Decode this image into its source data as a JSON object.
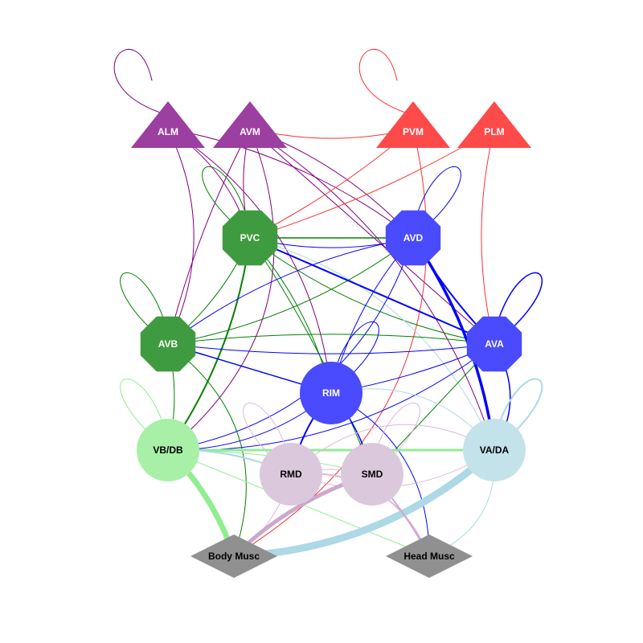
{
  "nodes": [
    {
      "id": "ALM",
      "label": "ALM",
      "shape": "triangle",
      "color": "#9b3fa0",
      "text_color": "#ffffff"
    },
    {
      "id": "AVM",
      "label": "AVM",
      "shape": "triangle",
      "color": "#9b3fa0",
      "text_color": "#ffffff"
    },
    {
      "id": "PVM",
      "label": "PVM",
      "shape": "triangle",
      "color": "#ff4a4a",
      "text_color": "#ffffff"
    },
    {
      "id": "PLM",
      "label": "PLM",
      "shape": "triangle",
      "color": "#ff4a4a",
      "text_color": "#ffffff"
    },
    {
      "id": "PVC",
      "label": "PVC",
      "shape": "octagon",
      "color": "#3f9b3f",
      "text_color": "#ffffff"
    },
    {
      "id": "AVD",
      "label": "AVD",
      "shape": "octagon",
      "color": "#4a4aff",
      "text_color": "#ffffff"
    },
    {
      "id": "AVB",
      "label": "AVB",
      "shape": "octagon",
      "color": "#3f9b3f",
      "text_color": "#ffffff"
    },
    {
      "id": "AVA",
      "label": "AVA",
      "shape": "octagon",
      "color": "#4a4aff",
      "text_color": "#ffffff"
    },
    {
      "id": "RIM",
      "label": "RIM",
      "shape": "circle",
      "color": "#4a4aff",
      "text_color": "#ffffff"
    },
    {
      "id": "VBDB",
      "label": "VB/DB",
      "shape": "circle",
      "color": "#a8f0a8",
      "text_color": "#000000"
    },
    {
      "id": "RMD",
      "label": "RMD",
      "shape": "circle",
      "color": "#dcc8dc",
      "text_color": "#000000"
    },
    {
      "id": "SMD",
      "label": "SMD",
      "shape": "circle",
      "color": "#dcc8dc",
      "text_color": "#000000"
    },
    {
      "id": "VADA",
      "label": "VA/DA",
      "shape": "circle",
      "color": "#c4e2ea",
      "text_color": "#000000"
    },
    {
      "id": "BODY",
      "label": "Body Musc",
      "shape": "diamond",
      "color": "#909090",
      "text_color": "#000000"
    },
    {
      "id": "HEAD",
      "label": "Head Musc",
      "shape": "diamond",
      "color": "#909090",
      "text_color": "#000000"
    }
  ],
  "edges": [
    {
      "from": "ALM",
      "to": "ALM",
      "color": "#800080",
      "weight": 1
    },
    {
      "from": "ALM",
      "to": "AVD",
      "color": "#800080",
      "weight": 1
    },
    {
      "from": "ALM",
      "to": "PVC",
      "color": "#800080",
      "weight": 1
    },
    {
      "from": "ALM",
      "to": "AVB",
      "color": "#800080",
      "weight": 1
    },
    {
      "from": "ALM",
      "to": "RIM",
      "color": "#800080",
      "weight": 1
    },
    {
      "from": "AVM",
      "to": "PVM",
      "color": "#ff3030",
      "weight": 1
    },
    {
      "from": "AVM",
      "to": "PVC",
      "color": "#800080",
      "weight": 1
    },
    {
      "from": "AVM",
      "to": "AVB",
      "color": "#800080",
      "weight": 1
    },
    {
      "from": "AVM",
      "to": "AVD",
      "color": "#800080",
      "weight": 1
    },
    {
      "from": "AVM",
      "to": "AVA",
      "color": "#800080",
      "weight": 1
    },
    {
      "from": "AVM",
      "to": "VBDB",
      "color": "#800080",
      "weight": 1
    },
    {
      "from": "AVM",
      "to": "VADA",
      "color": "#800080",
      "weight": 1
    },
    {
      "from": "PVM",
      "to": "PVM",
      "color": "#ff3030",
      "weight": 1
    },
    {
      "from": "PVM",
      "to": "PVC",
      "color": "#ff3030",
      "weight": 1
    },
    {
      "from": "PVM",
      "to": "BODY",
      "color": "#ff3030",
      "weight": 1
    },
    {
      "from": "PLM",
      "to": "AVA",
      "color": "#ff3030",
      "weight": 1
    },
    {
      "from": "PLM",
      "to": "PVC",
      "color": "#ff3030",
      "weight": 1
    },
    {
      "from": "PVC",
      "to": "PVC",
      "color": "#008000",
      "weight": 1
    },
    {
      "from": "PVC",
      "to": "AVD",
      "color": "#008000",
      "weight": 1.5
    },
    {
      "from": "PVC",
      "to": "AVA",
      "color": "#008000",
      "weight": 1
    },
    {
      "from": "PVC",
      "to": "AVB",
      "color": "#008000",
      "weight": 1
    },
    {
      "from": "PVC",
      "to": "VBDB",
      "color": "#008000",
      "weight": 2
    },
    {
      "from": "PVC",
      "to": "RIM",
      "color": "#008000",
      "weight": 1
    },
    {
      "from": "PVC",
      "to": "VADA",
      "color": "#add8e6",
      "weight": 1
    },
    {
      "from": "PVC",
      "to": "SMD",
      "color": "#008000",
      "weight": 1
    },
    {
      "from": "AVD",
      "to": "AVD",
      "color": "#0000ff",
      "weight": 1
    },
    {
      "from": "AVD",
      "to": "PVC",
      "color": "#0000ff",
      "weight": 1
    },
    {
      "from": "AVD",
      "to": "AVA",
      "color": "#0000ff",
      "weight": 2
    },
    {
      "from": "AVD",
      "to": "AVB",
      "color": "#0000ff",
      "weight": 1
    },
    {
      "from": "AVD",
      "to": "VADA",
      "color": "#0000ff",
      "weight": 3.5
    },
    {
      "from": "AVD",
      "to": "VBDB",
      "color": "#0000ff",
      "weight": 1
    },
    {
      "from": "AVD",
      "to": "RIM",
      "color": "#0000ff",
      "weight": 1
    },
    {
      "from": "AVB",
      "to": "AVB",
      "color": "#008000",
      "weight": 1
    },
    {
      "from": "AVB",
      "to": "AVA",
      "color": "#008000",
      "weight": 1
    },
    {
      "from": "AVB",
      "to": "AVD",
      "color": "#008000",
      "weight": 1
    },
    {
      "from": "AVB",
      "to": "VBDB",
      "color": "#008000",
      "weight": 1
    },
    {
      "from": "AVB",
      "to": "RIM",
      "color": "#0000ff",
      "weight": 1.5
    },
    {
      "from": "AVB",
      "to": "BODY",
      "color": "#008000",
      "weight": 1
    },
    {
      "from": "AVA",
      "to": "AVA",
      "color": "#0000ff",
      "weight": 1.5
    },
    {
      "from": "AVA",
      "to": "AVB",
      "color": "#0000ff",
      "weight": 1
    },
    {
      "from": "AVA",
      "to": "RIM",
      "color": "#0000ff",
      "weight": 1
    },
    {
      "from": "AVA",
      "to": "VBDB",
      "color": "#0000ff",
      "weight": 1
    },
    {
      "from": "AVA",
      "to": "VADA",
      "color": "#0000ff",
      "weight": 1.5
    },
    {
      "from": "AVA",
      "to": "PVC",
      "color": "#0000ff",
      "weight": 2
    },
    {
      "from": "AVA",
      "to": "SMD",
      "color": "#008000",
      "weight": 1
    },
    {
      "from": "RIM",
      "to": "RIM",
      "color": "#0000ff",
      "weight": 1
    },
    {
      "from": "RIM",
      "to": "RMD",
      "color": "#0000ff",
      "weight": 2
    },
    {
      "from": "RIM",
      "to": "SMD",
      "color": "#0000ff",
      "weight": 1.5
    },
    {
      "from": "RIM",
      "to": "VBDB",
      "color": "#0000ff",
      "weight": 1
    },
    {
      "from": "RIM",
      "to": "HEAD",
      "color": "#0000ff",
      "weight": 1
    },
    {
      "from": "RIM",
      "to": "VADA",
      "color": "#add8e6",
      "weight": 1
    },
    {
      "from": "VBDB",
      "to": "VBDB",
      "color": "#90ee90",
      "weight": 1
    },
    {
      "from": "VBDB",
      "to": "VADA",
      "color": "#90ee90",
      "weight": 3
    },
    {
      "from": "VBDB",
      "to": "BODY",
      "color": "#90ee90",
      "weight": 7
    },
    {
      "from": "VBDB",
      "to": "SMD",
      "color": "#90ee90",
      "weight": 1
    },
    {
      "from": "VBDB",
      "to": "HEAD",
      "color": "#90ee90",
      "weight": 1
    },
    {
      "from": "VBDB",
      "to": "RMD",
      "color": "#add8e6",
      "weight": 2
    },
    {
      "from": "VADA",
      "to": "VADA",
      "color": "#add8e6",
      "weight": 2
    },
    {
      "from": "VADA",
      "to": "BODY",
      "color": "#add8e6",
      "weight": 9
    },
    {
      "from": "VADA",
      "to": "HEAD",
      "color": "#add8e6",
      "weight": 1
    },
    {
      "from": "VADA",
      "to": "RMD",
      "color": "#dcb8dc",
      "weight": 1
    },
    {
      "from": "RMD",
      "to": "RMD",
      "color": "#dcb8dc",
      "weight": 1
    },
    {
      "from": "RMD",
      "to": "SMD",
      "color": "#dcb8dc",
      "weight": 1
    },
    {
      "from": "RMD",
      "to": "HEAD",
      "color": "#dcb8dc",
      "weight": 2
    },
    {
      "from": "RMD",
      "to": "BODY",
      "color": "#dcb8dc",
      "weight": 1
    },
    {
      "from": "SMD",
      "to": "BODY",
      "color": "#cca8cc",
      "weight": 5
    },
    {
      "from": "SMD",
      "to": "HEAD",
      "color": "#cca8cc",
      "weight": 2
    },
    {
      "from": "SMD",
      "to": "SMD",
      "color": "#dcb8dc",
      "weight": 1
    },
    {
      "from": "RMD",
      "to": "VADA",
      "color": "#dcb8dc",
      "weight": 1
    }
  ]
}
